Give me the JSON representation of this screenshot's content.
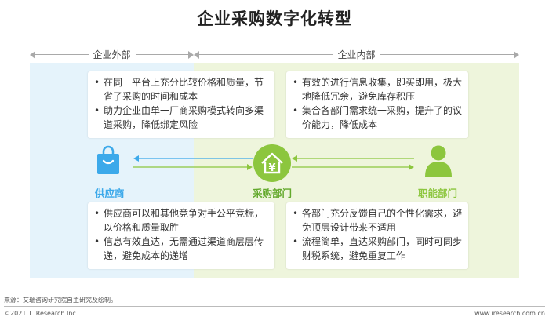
{
  "title": "企业采购数字化转型",
  "ranges": {
    "external": "企业外部",
    "internal": "企业内部"
  },
  "nodes": {
    "supplier": "供应商",
    "purchasing": "采购部门",
    "functional": "职能部门"
  },
  "boxes": {
    "top_left": [
      "在同一平台上充分比较价格和质量，节省了采购的时间和成本",
      "助力企业由单一厂商采购模式转向多渠道采购，降低绑定风险"
    ],
    "top_right": [
      "有效的进行信息收集，即买即用，极大地降低冗余，避免库存积压",
      "集合各部门需求统一采购，提升了的议价能力，降低成本"
    ],
    "bottom_left": [
      "供应商可以和其他竞争对手公平竞标，以价格和质量取胜",
      "信息有效直达，无需通过渠道商层层传递，避免成本的递增"
    ],
    "bottom_right": [
      "各部门充分反馈自己的个性化需求，避免顶层设计带来不适用",
      "流程简单，直达采购部门，同时可同步财税系统，避免重复工作"
    ]
  },
  "bullet": "•",
  "icons": {
    "supplier": "shopping-bag-icon",
    "purchasing": "yen-house-icon",
    "functional": "person-icon"
  },
  "colors": {
    "blue": "#3ca9ea",
    "green": "#8cc63e",
    "dark_green": "#63a92c",
    "external_bg": "#e5f3fb",
    "internal_bg": "#eef5dc"
  },
  "footer": {
    "source": "来源：艾瑞咨询研究院自主研究及绘制。",
    "copyright": "©2021.1 iResearch Inc.",
    "site": "www.iresearch.com.cn"
  }
}
